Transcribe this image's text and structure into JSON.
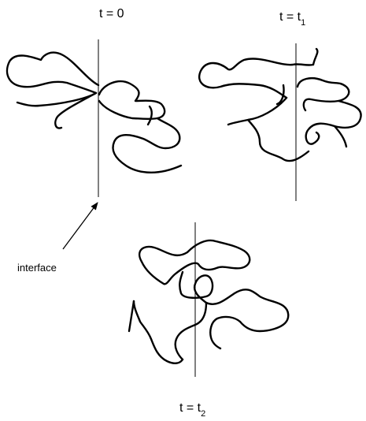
{
  "panels": [
    {
      "label_main": "t = 0",
      "label_sub": ""
    },
    {
      "label_main": "t = t",
      "label_sub": "1"
    },
    {
      "label_main": "t = t",
      "label_sub": "2"
    }
  ],
  "annotation": {
    "text": "interface"
  }
}
